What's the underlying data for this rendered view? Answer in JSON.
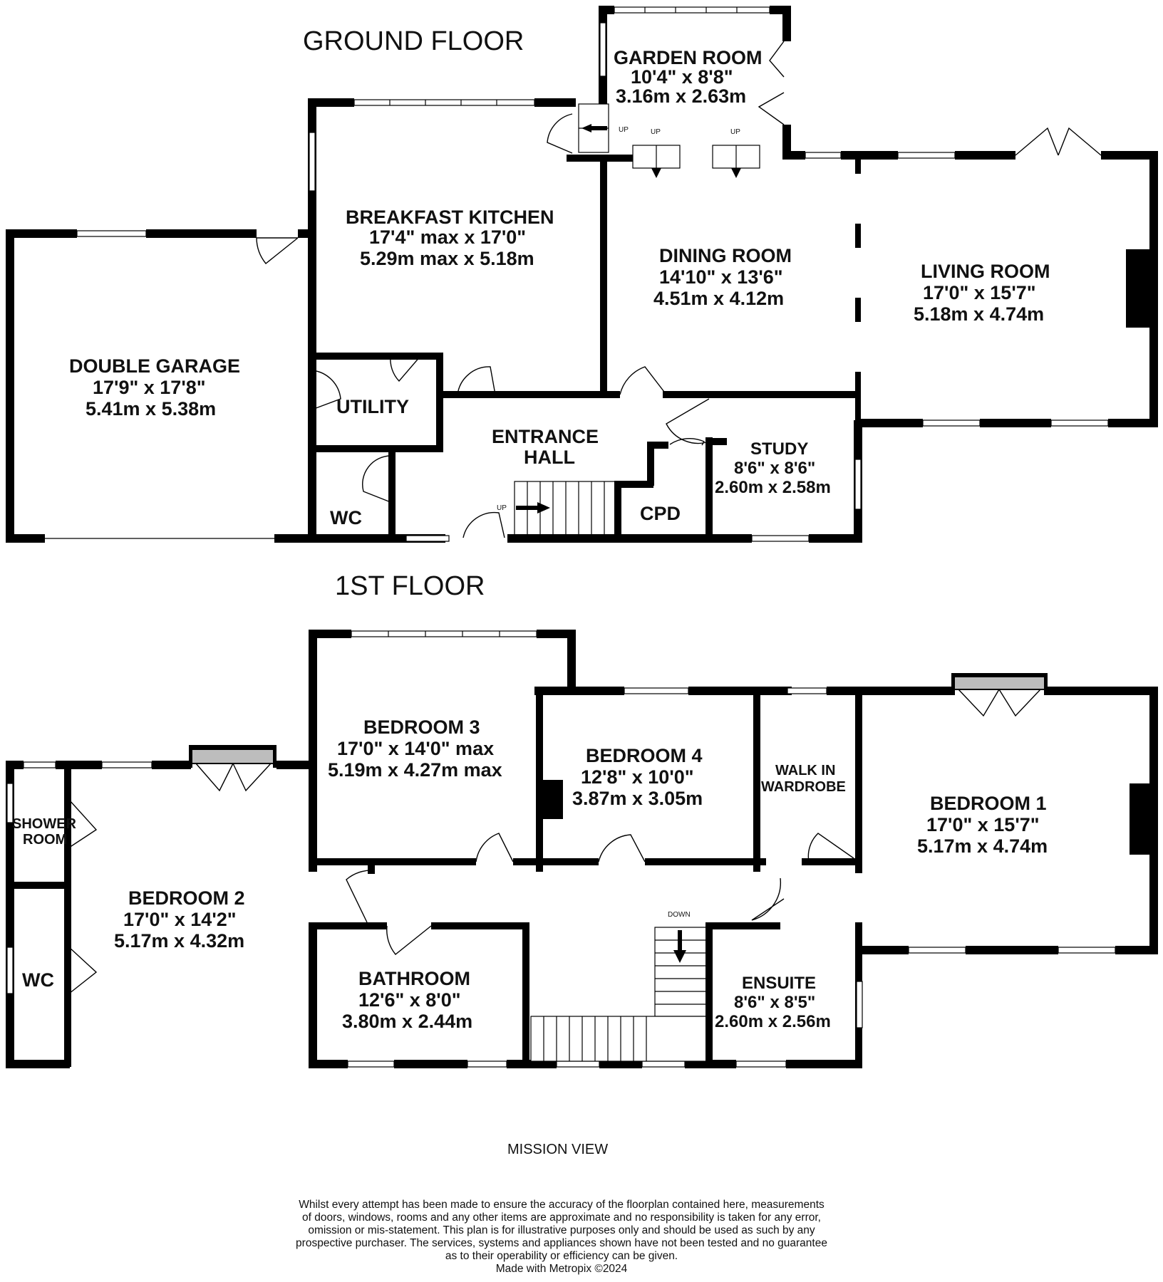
{
  "floors": {
    "ground": {
      "title": "GROUND FLOOR",
      "rooms": {
        "garden_room": {
          "name": "GARDEN ROOM",
          "imperial": "10'4\"  x 8'8\"",
          "metric": "3.16m  x 2.63m"
        },
        "breakfast_kitchen": {
          "name": "BREAKFAST KITCHEN",
          "imperial": "17'4\" max x 17'0\"",
          "metric": "5.29m max x 5.18m"
        },
        "dining_room": {
          "name": "DINING ROOM",
          "imperial": "14'10\"  x 13'6\"",
          "metric": "4.51m  x 4.12m"
        },
        "living_room": {
          "name": "LIVING ROOM",
          "imperial": "17'0\"  x 15'7\"",
          "metric": "5.18m  x 4.74m"
        },
        "double_garage": {
          "name": "DOUBLE GARAGE",
          "imperial": "17'9\"  x 17'8\"",
          "metric": "5.41m  x 5.38m"
        },
        "utility": {
          "name": "UTILITY"
        },
        "entrance_hall": {
          "name_line1": "ENTRANCE",
          "name_line2": "HALL"
        },
        "study": {
          "name": "STUDY",
          "imperial": "8'6\"  x 8'6\"",
          "metric": "2.60m  x 2.58m"
        },
        "wc": {
          "name": "WC"
        },
        "cpd": {
          "name": "CPD"
        }
      },
      "stair_labels": [
        "UP",
        "UP",
        "UP",
        "UP"
      ]
    },
    "first": {
      "title": "1ST FLOOR",
      "rooms": {
        "bedroom_3": {
          "name": "BEDROOM 3",
          "imperial": "17'0\"  x 14'0\" max",
          "metric": "5.19m  x 4.27m max"
        },
        "bedroom_4": {
          "name": "BEDROOM 4",
          "imperial": "12'8\"  x 10'0\"",
          "metric": "3.87m  x 3.05m"
        },
        "walk_in_wardrobe": {
          "name_line1": "WALK IN",
          "name_line2": "WARDROBE"
        },
        "bedroom_1": {
          "name": "BEDROOM 1",
          "imperial": "17'0\"  x 15'7\"",
          "metric": "5.17m  x 4.74m"
        },
        "shower_room": {
          "name_line1": "SHOWER",
          "name_line2": "ROOM"
        },
        "bedroom_2": {
          "name": "BEDROOM 2",
          "imperial": "17'0\"  x 14'2\"",
          "metric": "5.17m  x 4.32m"
        },
        "wc": {
          "name": "WC"
        },
        "bathroom": {
          "name": "BATHROOM",
          "imperial": "12'6\"  x 8'0\"",
          "metric": "3.80m  x 2.44m"
        },
        "ensuite": {
          "name": "ENSUITE",
          "imperial": "8'6\"  x 8'5\"",
          "metric": "2.60m  x 2.56m"
        }
      },
      "stair_label": "DOWN"
    }
  },
  "property_name": "MISSION VIEW",
  "disclaimer": [
    "Whilst every attempt has been made to ensure the accuracy of the floorplan contained here, measurements",
    "of doors, windows, rooms and any other items are approximate and no responsibility is taken for any error,",
    "omission or mis-statement. This plan is for illustrative purposes only and should be used as such by any",
    "prospective purchaser. The services, systems and appliances shown have not been tested and no guarantee",
    "as to their operability or efficiency can be given.",
    "Made with Metropix ©2024"
  ]
}
